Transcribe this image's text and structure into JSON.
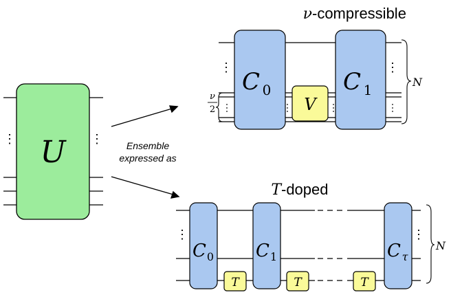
{
  "unitary": {
    "symbol": "U",
    "color": "#9cec9c"
  },
  "ensemble_label": {
    "line1": "Ensemble",
    "line2": "expressed as"
  },
  "compressible": {
    "title_var": "ν",
    "title_rest": "-compressible",
    "c0_main": "C",
    "c0_sub": "0",
    "c1_main": "C",
    "c1_sub": "1",
    "v_label": "V",
    "nu_num": "ν",
    "nu_den": "2",
    "n_label": "N"
  },
  "tdoped": {
    "title_var": "T",
    "title_rest": "-doped",
    "c0_main": "C",
    "c0_sub": "0",
    "c1_main": "C",
    "c1_sub": "1",
    "ctau_main": "C",
    "ctau_sub": "τ",
    "t_gate_label": "T",
    "n_label": "N"
  },
  "colors": {
    "clifford_block": "#aac8f0",
    "t_gate": "#fafa99",
    "unitary_block": "#9cec9c",
    "wire": "#000000"
  }
}
